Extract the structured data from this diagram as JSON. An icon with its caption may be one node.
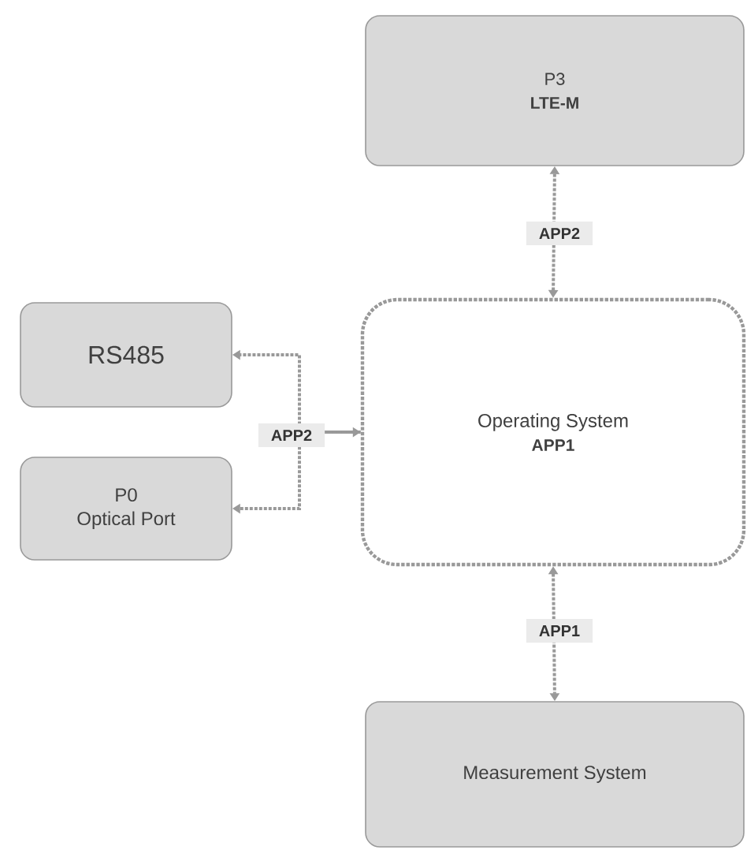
{
  "diagram": {
    "nodes": [
      {
        "text": [
          "P3",
          "LTE-M"
        ]
      },
      {
        "text": [
          "RS485"
        ]
      },
      {
        "text": [
          "P0",
          "Optical Port"
        ]
      },
      {
        "text": [
          "Operating System",
          "APP1"
        ]
      },
      {
        "text": [
          "Measurement System"
        ]
      }
    ],
    "edges": [
      {
        "from": 3,
        "to": 0,
        "arrow": "both",
        "label": "APP2"
      },
      {
        "from": 3,
        "to": 1,
        "arrow": "both",
        "label": "APP2"
      },
      {
        "from": 3,
        "to": 2,
        "arrow": "to"
      },
      {
        "from": 3,
        "to": 4,
        "arrow": "both",
        "label": "APP1"
      }
    ]
  }
}
